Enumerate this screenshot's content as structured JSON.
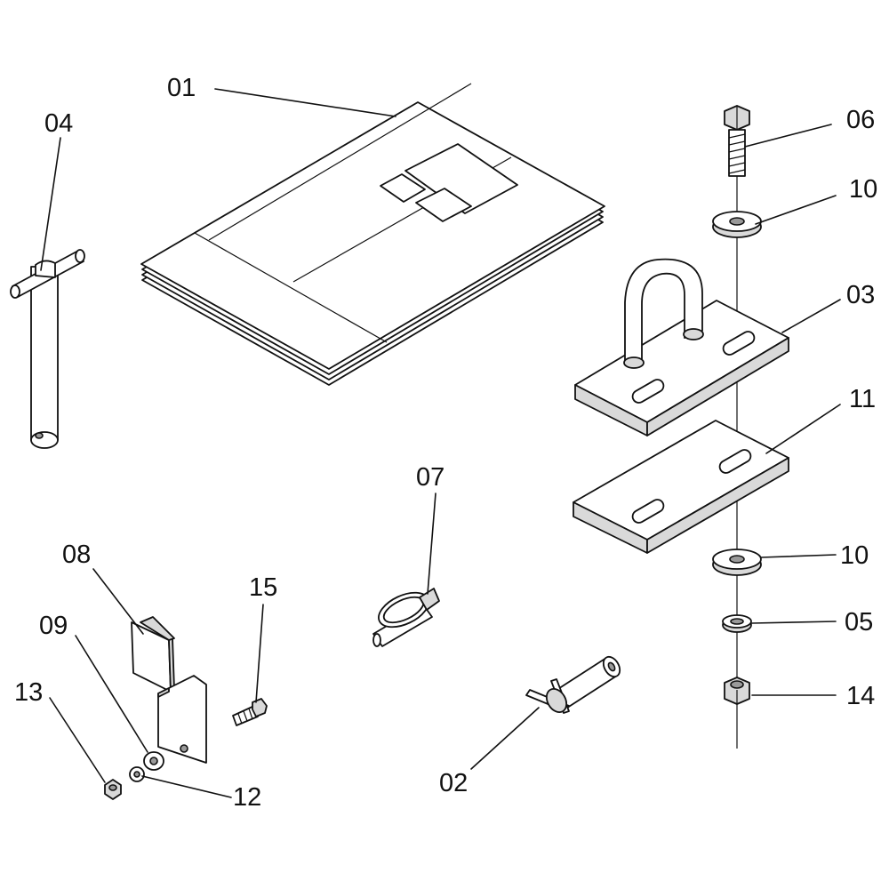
{
  "callouts": {
    "c01": "01",
    "c02": "02",
    "c03": "03",
    "c04": "04",
    "c05": "05",
    "c06": "06",
    "c07": "07",
    "c08": "08",
    "c09": "09",
    "c10a": "10",
    "c10b": "10",
    "c11": "11",
    "c12": "12",
    "c13": "13",
    "c14": "14",
    "c15": "15"
  }
}
